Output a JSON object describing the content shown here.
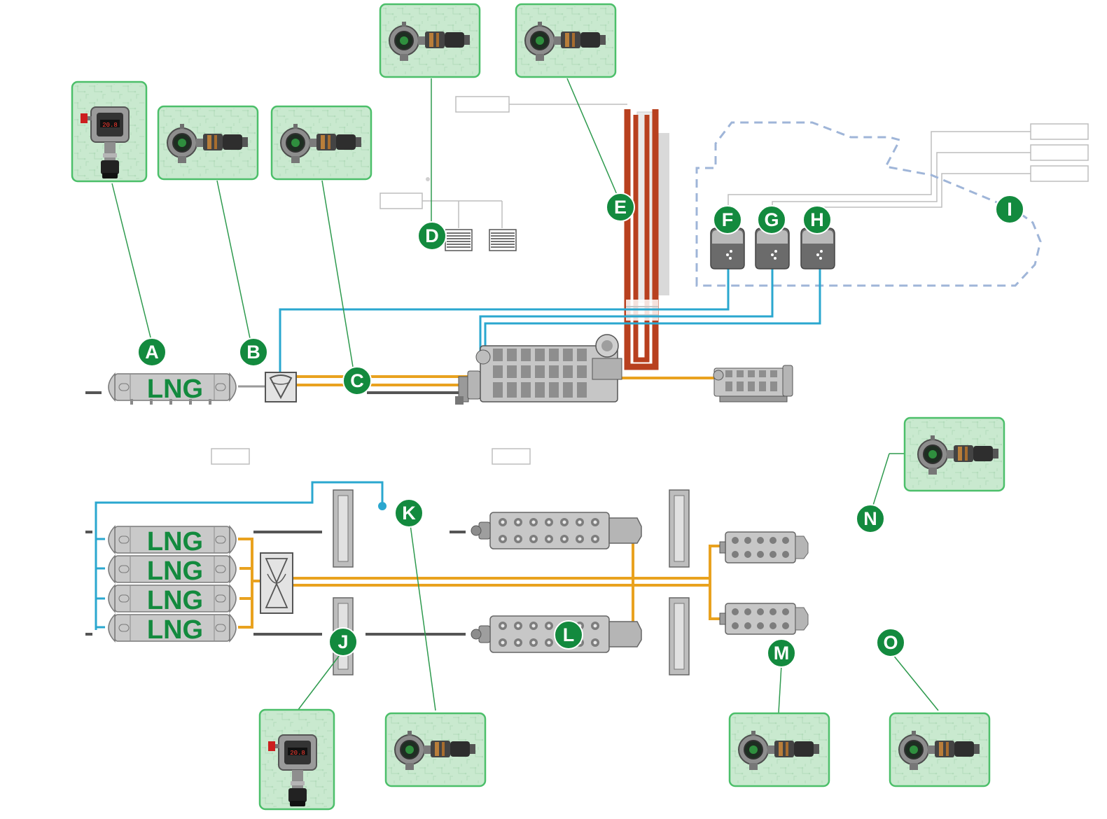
{
  "markers": [
    {
      "id": "A",
      "label": "A"
    },
    {
      "id": "B",
      "label": "B"
    },
    {
      "id": "C",
      "label": "C"
    },
    {
      "id": "D",
      "label": "D"
    },
    {
      "id": "E",
      "label": "E"
    },
    {
      "id": "F",
      "label": "F"
    },
    {
      "id": "G",
      "label": "G"
    },
    {
      "id": "H",
      "label": "H"
    },
    {
      "id": "I",
      "label": "I"
    },
    {
      "id": "J",
      "label": "J"
    },
    {
      "id": "K",
      "label": "K"
    },
    {
      "id": "L",
      "label": "L"
    },
    {
      "id": "M",
      "label": "M"
    },
    {
      "id": "N",
      "label": "N"
    },
    {
      "id": "O",
      "label": "O"
    }
  ],
  "tank_label": "LNG",
  "detector_display": "20.8",
  "colors": {
    "marker": "#138a3e",
    "card_fill": "#c9e9cf",
    "card_border": "#4cbf6a",
    "gas_line": "#e9a21f",
    "signal_line": "#2aa7cf",
    "exhaust": "#b8401f",
    "zone_outline": "#9fb5d8"
  },
  "icons": [
    "point-detector-icon",
    "open-path-detector-icon",
    "lng-tank-icon",
    "engine-icon",
    "vent-grille-icon",
    "sampler-icon",
    "gas-valve-unit-icon"
  ]
}
